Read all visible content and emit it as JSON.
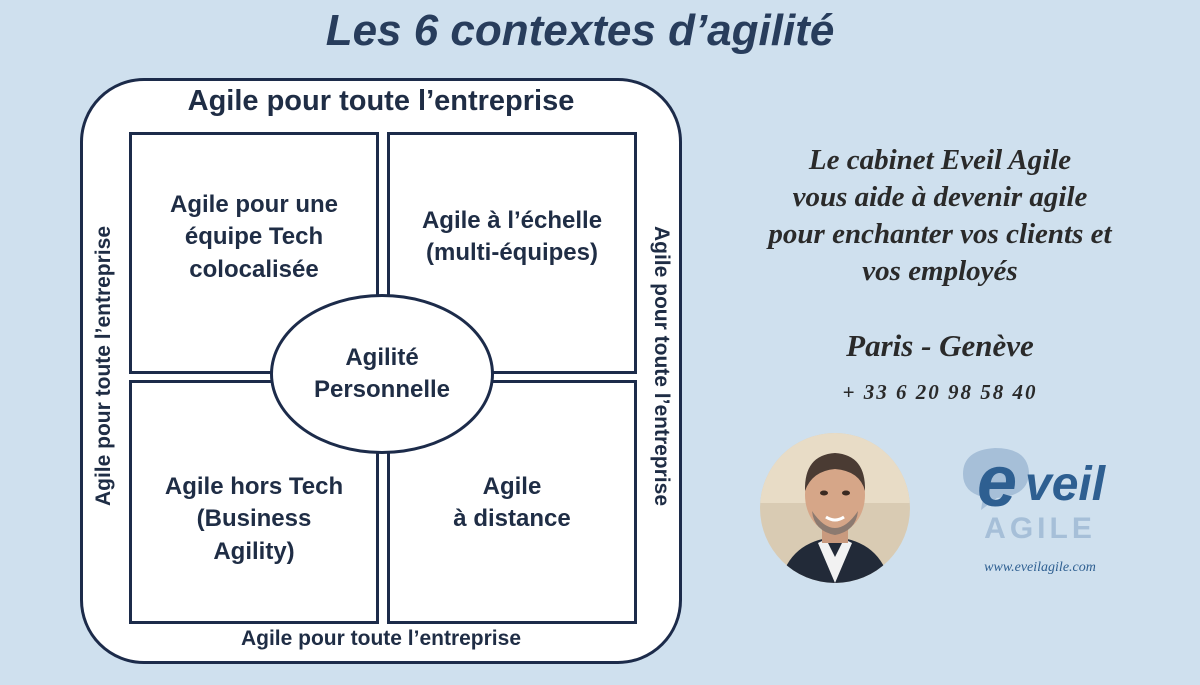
{
  "title": "Les 6 contextes d’agilité",
  "diagram": {
    "top_label": "Agile pour toute l’entreprise",
    "bottom_label": "Agile pour toute l’entreprise",
    "left_label": "Agile pour toute l’entreprise",
    "right_label": "Agile pour toute l’entreprise",
    "top_left": "Agile pour une\néquipe Tech\ncolocalisée",
    "top_right": "Agile à l’échelle\n(multi-équipes)",
    "bottom_left": "Agile hors Tech\n(Business\nAgility)",
    "bottom_right": "Agile\nà distance",
    "center": "Agilité\nPersonnelle"
  },
  "promo": {
    "tagline": "Le cabinet Eveil Agile\nvous aide à devenir agile\npour enchanter vos clients et\nvos employés",
    "cities": "Paris  - Genève",
    "phone": "+ 33 6 20 98 58 40"
  },
  "brand": {
    "logo_letter": "e",
    "logo_word": "veil",
    "logo_sub": "AGILE",
    "website": "www.eveilagile.com",
    "colors": {
      "primary": "#2e5f91",
      "light": "#a6bfd8",
      "dark": "#1c2b4a"
    }
  }
}
